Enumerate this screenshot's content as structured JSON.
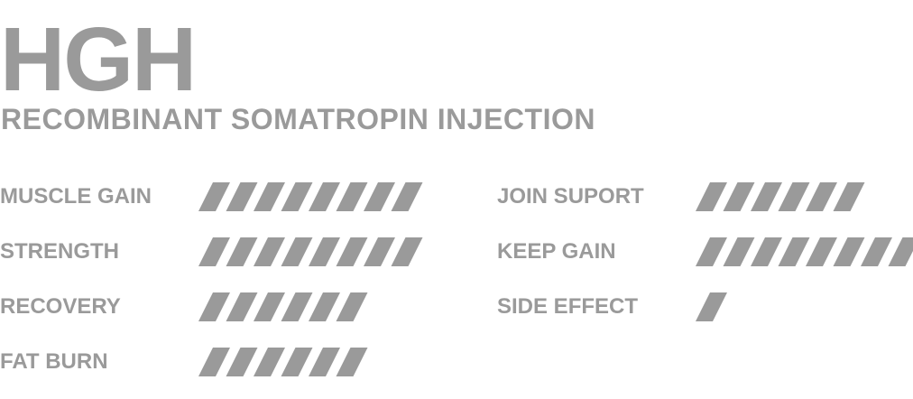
{
  "product": {
    "name": "HGH",
    "subtitle": "RECOMBINANT SOMATROPIN INJECTION"
  },
  "colors": {
    "text": "#9a9a9a",
    "bar": "#9a9a9a"
  },
  "rating_max": 10,
  "stats_left": [
    {
      "label": "MUSCLE GAIN",
      "rating": 8
    },
    {
      "label": "STRENGTH",
      "rating": 8
    },
    {
      "label": "RECOVERY",
      "rating": 6
    },
    {
      "label": "FAT BURN",
      "rating": 6
    }
  ],
  "stats_right": [
    {
      "label": "JOIN SUPORT",
      "rating": 6
    },
    {
      "label": "KEEP GAIN",
      "rating": 8
    },
    {
      "label": "SIDE EFFECT",
      "rating": 1
    }
  ]
}
